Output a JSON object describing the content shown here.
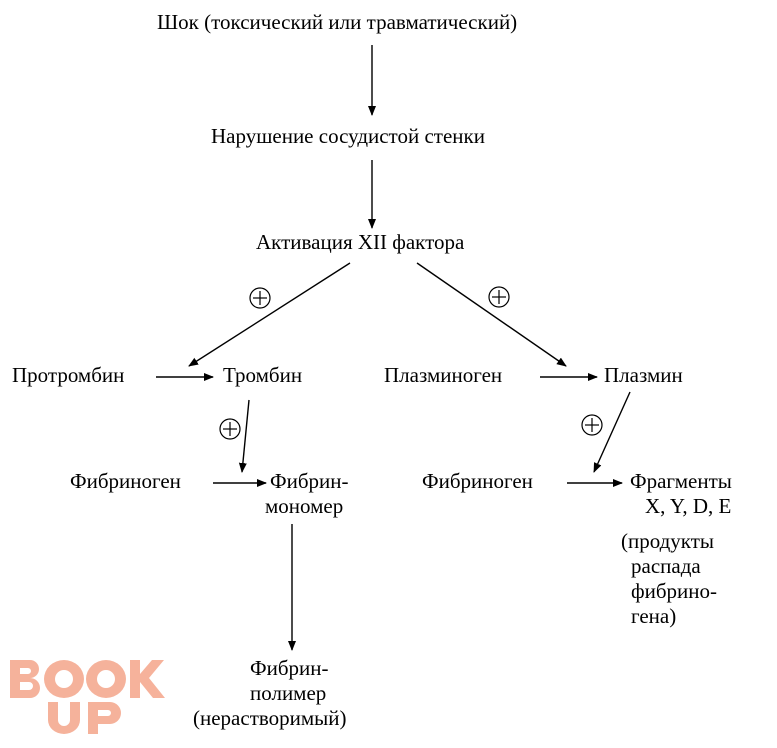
{
  "nodes": {
    "shock": "Шок (токсический или травматический)",
    "wall": "Нарушение сосудистой стенки",
    "factor12": "Активация XII фактора",
    "prothrombin": "Протромбин",
    "thrombin": "Тромбин",
    "plasminogen": "Плазминоген",
    "plasmin": "Плазмин",
    "fibrinogen_left": "Фибриноген",
    "fibrin_monomer_1": "Фибрин-",
    "fibrin_monomer_2": "мономер",
    "fibrinogen_right": "Фибриноген",
    "fragments_1": "Фрагменты",
    "fragments_2": "X, Y, D, E",
    "products_1": "(продукты",
    "products_2": "распада",
    "products_3": "фибрино-",
    "products_4": "гена)",
    "polymer_1": "Фибрин-",
    "polymer_2": "полимер",
    "polymer_3": "(нерастворимый)"
  },
  "markers": {
    "activation_symbol": "⊕"
  },
  "watermark": {
    "line1": "BOOK",
    "line2": "UP",
    "color": "#f4a58a"
  }
}
